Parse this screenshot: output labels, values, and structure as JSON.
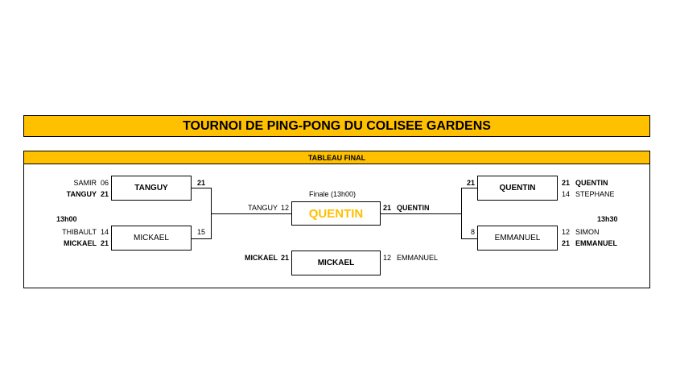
{
  "tournament": {
    "title": "TOURNOI DE PING-PONG DU COLISEE GARDENS",
    "section": "TABLEAU FINAL"
  },
  "left": {
    "match1": {
      "p1": {
        "name": "SAMIR",
        "score": "06"
      },
      "p2": {
        "name": "TANGUY",
        "score": "21"
      },
      "winner": "TANGUY",
      "winner_score": "21"
    },
    "time": "13h00",
    "match2": {
      "p1": {
        "name": "THIBAULT",
        "score": "14"
      },
      "p2": {
        "name": "MICKAEL",
        "score": "21"
      },
      "winner": "MICKAEL",
      "winner_score": "15"
    }
  },
  "right": {
    "match1": {
      "p1": {
        "name": "QUENTIN",
        "score": "21"
      },
      "p2": {
        "name": "STEPHANE",
        "score": "14"
      },
      "winner": "QUENTIN",
      "winner_score": "21"
    },
    "time": "13h30",
    "match2": {
      "p1": {
        "name": "SIMON",
        "score": "12"
      },
      "p2": {
        "name": "EMMANUEL",
        "score": "21"
      },
      "winner": "EMMANUEL",
      "winner_score": "8"
    }
  },
  "final": {
    "label": "Finale (13h00)",
    "left": {
      "name": "TANGUY",
      "score": "12"
    },
    "right": {
      "name": "QUENTIN",
      "score": "21"
    },
    "champion": "QUENTIN"
  },
  "third": {
    "left": {
      "name": "MICKAEL",
      "score": "21"
    },
    "right": {
      "name": "EMMANUEL",
      "score": "12"
    },
    "winner": "MICKAEL"
  },
  "colors": {
    "accent": "#FFC000",
    "text": "#000000"
  }
}
